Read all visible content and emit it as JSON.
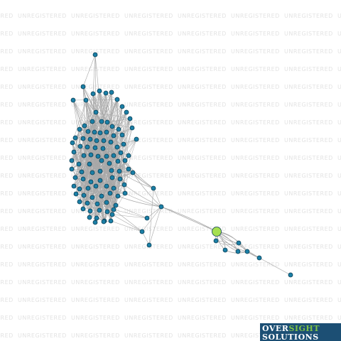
{
  "watermark": {
    "text": "UNREGISTERED"
  },
  "logo": {
    "word1_a": "OVER",
    "word1_b": "SIGHT",
    "word2": "SOLUTIONS"
  },
  "colors": {
    "node_fill": "#1b7fa6",
    "node_stroke": "#0a3d52",
    "focus_node_fill": "#a6e04f",
    "edge": "#a8a8a8",
    "watermark": "#e3e3e3",
    "logo_bg": "#1c4f74",
    "logo_accent": "#7ec245"
  },
  "graph": {
    "node_count": 100,
    "focus_node": "central company (highlighted green)"
  }
}
